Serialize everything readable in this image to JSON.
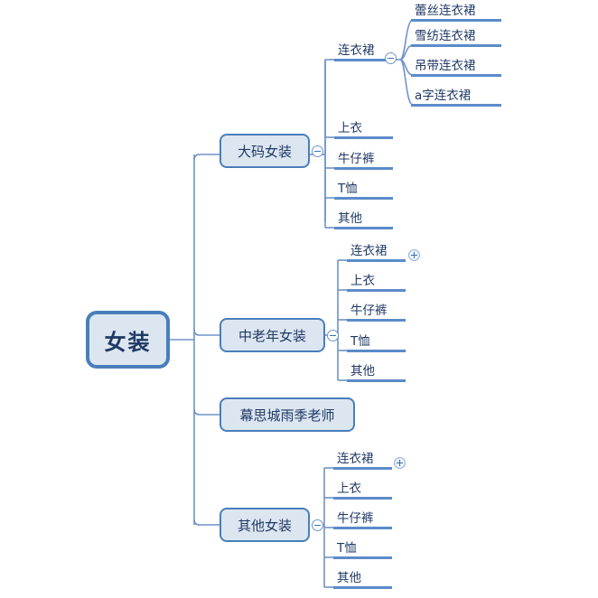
{
  "diagram": {
    "type": "mind-map",
    "title": "女装",
    "colors": {
      "node_fill": "#dce6f1",
      "node_border": "#4a7ebb",
      "connector": "#6f93c7",
      "underline": "#5b8bc9",
      "text": "#1f3864",
      "background": "#ffffff"
    },
    "root": {
      "label": "女装"
    },
    "branches": [
      {
        "label": "大码女装",
        "toggle": "minus",
        "children": [
          {
            "label": "连衣裙",
            "toggle": "minus",
            "children": [
              {
                "label": "蕾丝连衣裙"
              },
              {
                "label": "雪纺连衣裙"
              },
              {
                "label": "吊带连衣裙"
              },
              {
                "label": "a字连衣裙"
              }
            ]
          },
          {
            "label": "上衣",
            "toggle": "none"
          },
          {
            "label": "牛仔裤",
            "toggle": "none"
          },
          {
            "label": "T恤",
            "toggle": "none"
          },
          {
            "label": "其他",
            "toggle": "none"
          }
        ]
      },
      {
        "label": "中老年女装",
        "toggle": "minus",
        "children": [
          {
            "label": "连衣裙",
            "toggle": "plus"
          },
          {
            "label": "上衣",
            "toggle": "none"
          },
          {
            "label": "牛仔裤",
            "toggle": "none"
          },
          {
            "label": "T恤",
            "toggle": "none"
          },
          {
            "label": "其他",
            "toggle": "none"
          }
        ]
      },
      {
        "label": "幕思城雨季老师",
        "toggle": "none",
        "children": []
      },
      {
        "label": "其他女装",
        "toggle": "minus",
        "children": [
          {
            "label": "连衣裙",
            "toggle": "plus"
          },
          {
            "label": "上衣",
            "toggle": "none"
          },
          {
            "label": "牛仔裤",
            "toggle": "none"
          },
          {
            "label": "T恤",
            "toggle": "none"
          },
          {
            "label": "其他",
            "toggle": "none"
          }
        ]
      }
    ]
  }
}
